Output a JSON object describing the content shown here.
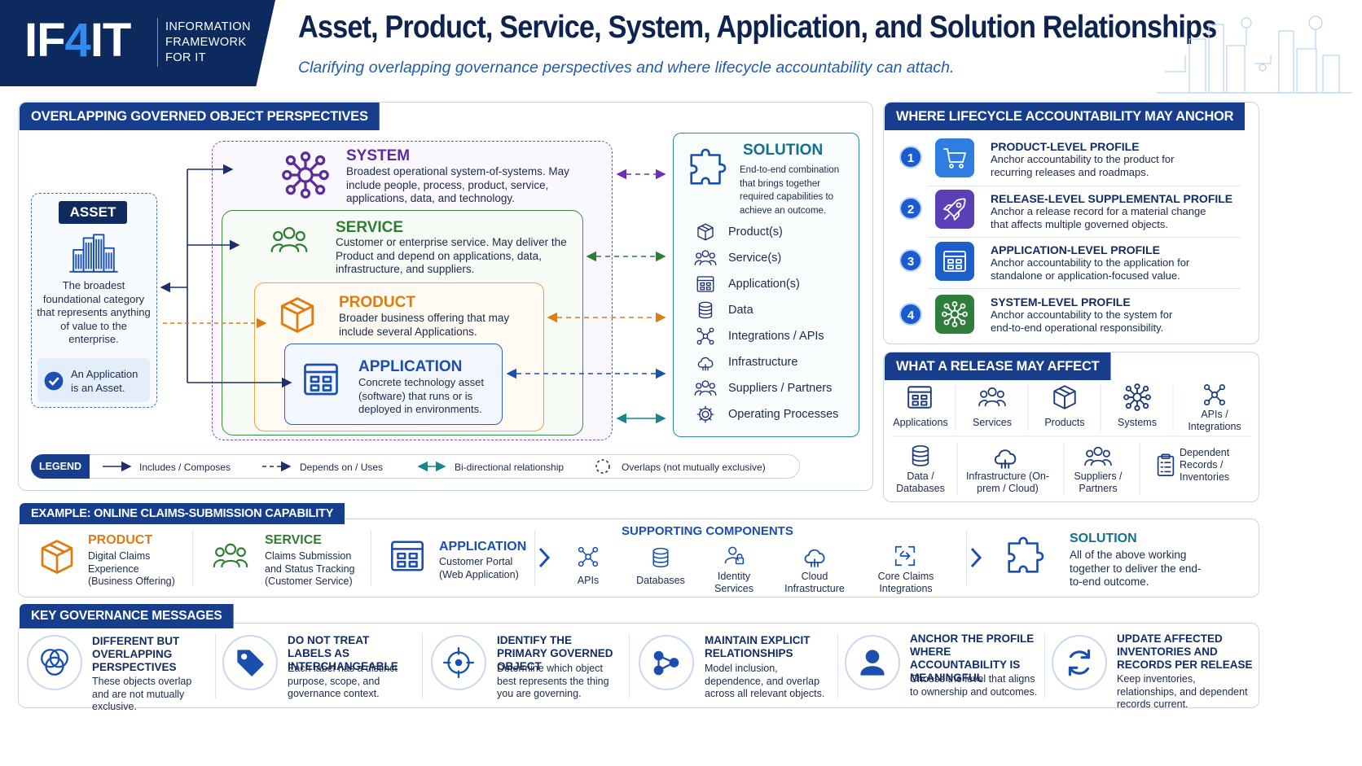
{
  "header": {
    "logo_a": "IF",
    "logo_b": "4",
    "logo_c": "IT",
    "logo_text": "INFORMATION FRAMEWORK FOR IT",
    "title": "Asset, Product, Service, System, Application, and Solution Relationships",
    "subtitle": "Clarifying overlapping governance perspectives and where lifecycle accountability can attach."
  },
  "overlap": {
    "tab": "OVERLAPPING GOVERNED OBJECT PERSPECTIVES",
    "asset": {
      "badge": "ASSET",
      "text": "The broadest foundational category that represents anything of value to the enterprise.",
      "note": "An Application is an Asset."
    },
    "system": {
      "title": "SYSTEM",
      "text": "Broadest operational system-of-systems. May include people, process, product, service, applications, data, and technology.",
      "color": "#5b2d9b"
    },
    "service": {
      "title": "SERVICE",
      "text": "Customer or enterprise service. May deliver the Product and depend on applications, data, infrastructure, and suppliers.",
      "color": "#2e7d32"
    },
    "product": {
      "title": "PRODUCT",
      "text": "Broader business offering that may include several Applications.",
      "color": "#e07b12"
    },
    "application": {
      "title": "APPLICATION",
      "text": "Concrete technology asset (software) that runs or is deployed in environments.",
      "color": "#1a4fb0"
    },
    "solution": {
      "title": "SOLUTION",
      "text": "End-to-end combination that brings together required capabilities to achieve an outcome.",
      "items": [
        {
          "icon": "box-icon",
          "label": "Product(s)"
        },
        {
          "icon": "people-icon",
          "label": "Service(s)"
        },
        {
          "icon": "app-window-icon",
          "label": "Application(s)"
        },
        {
          "icon": "database-icon",
          "label": "Data"
        },
        {
          "icon": "network-icon",
          "label": "Integrations / APIs"
        },
        {
          "icon": "cloud-icon",
          "label": "Infrastructure"
        },
        {
          "icon": "people-icon",
          "label": "Suppliers / Partners"
        },
        {
          "icon": "gear-icon",
          "label": "Operating Processes"
        }
      ]
    },
    "legend": {
      "label": "LEGEND",
      "items": [
        "Includes / Composes",
        "Depends on / Uses",
        "Bi-directional relationship",
        "Overlaps (not mutually exclusive)"
      ]
    }
  },
  "lifecycle": {
    "tab": "WHERE LIFECYCLE ACCOUNTABILITY MAY ANCHOR",
    "items": [
      {
        "num": "1",
        "icon": "cart-icon",
        "color": "#2f7de0",
        "title": "PRODUCT-LEVEL PROFILE",
        "text": "Anchor accountability to the product for recurring releases and roadmaps."
      },
      {
        "num": "2",
        "icon": "rocket-icon",
        "color": "#5b3fb5",
        "title": "RELEASE-LEVEL SUPPLEMENTAL PROFILE",
        "text": "Anchor a release record for a material change that affects multiple governed objects."
      },
      {
        "num": "3",
        "icon": "app-window-icon",
        "color": "#1c5fc8",
        "title": "APPLICATION-LEVEL PROFILE",
        "text": "Anchor accountability to the application for standalone or application-focused value."
      },
      {
        "num": "4",
        "icon": "system-icon",
        "color": "#2f7d3a",
        "title": "SYSTEM-LEVEL PROFILE",
        "text": "Anchor accountability to the system for end-to-end operational responsibility."
      }
    ]
  },
  "release": {
    "tab": "WHAT A RELEASE MAY AFFECT",
    "row1": [
      {
        "icon": "app-window-icon",
        "label": "Applications"
      },
      {
        "icon": "people-icon",
        "label": "Services"
      },
      {
        "icon": "box-icon",
        "label": "Products"
      },
      {
        "icon": "system-icon",
        "label": "Systems"
      },
      {
        "icon": "network-icon",
        "label": "APIs / Integrations"
      }
    ],
    "row2": [
      {
        "icon": "database-icon",
        "label": "Data / Databases"
      },
      {
        "icon": "cloud-icon",
        "label": "Infrastructure (On-prem / Cloud)"
      },
      {
        "icon": "people-icon",
        "label": "Suppliers / Partners"
      },
      {
        "icon": "clipboard-icon",
        "label": "Dependent Records / Inventories"
      }
    ]
  },
  "example": {
    "tab": "EXAMPLE: ONLINE CLAIMS-SUBMISSION CAPABILITY",
    "product": {
      "title": "PRODUCT",
      "text": "Digital Claims Experience (Business Offering)"
    },
    "service": {
      "title": "SERVICE",
      "text": "Claims Submission and Status Tracking (Customer Service)"
    },
    "application": {
      "title": "APPLICATION",
      "text": "Customer Portal (Web Application)"
    },
    "supporting_title": "SUPPORTING COMPONENTS",
    "components": [
      {
        "icon": "network-icon",
        "label": "APIs"
      },
      {
        "icon": "database-icon",
        "label": "Databases"
      },
      {
        "icon": "identity-icon",
        "label": "Identity Services"
      },
      {
        "icon": "cloud-icon",
        "label": "Cloud Infrastructure"
      },
      {
        "icon": "integration-icon",
        "label": "Core Claims Integrations"
      }
    ],
    "solution": {
      "title": "SOLUTION",
      "text": "All of the above working together to deliver the end-to-end outcome."
    }
  },
  "messages": {
    "tab": "KEY GOVERNANCE MESSAGES",
    "items": [
      {
        "icon": "venn-icon",
        "title": "DIFFERENT BUT OVERLAPPING PERSPECTIVES",
        "text": "These objects overlap and are not mutually exclusive."
      },
      {
        "icon": "tag-icon",
        "title": "DO NOT TREAT LABELS AS INTERCHANGEABLE",
        "text": "Each label has a distinct purpose, scope, and governance context."
      },
      {
        "icon": "target-icon",
        "title": "IDENTIFY THE PRIMARY GOVERNED OBJECT",
        "text": "Determine which object best represents the thing you are governing."
      },
      {
        "icon": "graph-icon",
        "title": "MAINTAIN EXPLICIT RELATIONSHIPS",
        "text": "Model inclusion, dependence, and overlap across all relevant objects."
      },
      {
        "icon": "user-icon",
        "title": "ANCHOR THE PROFILE WHERE ACCOUNTABILITY IS MEANINGFUL",
        "text": "Choose the level that aligns to ownership and outcomes."
      },
      {
        "icon": "refresh-icon",
        "title": "UPDATE AFFECTED INVENTORIES AND RECORDS PER RELEASE",
        "text": "Keep inventories, relationships, and dependent records current."
      }
    ]
  }
}
